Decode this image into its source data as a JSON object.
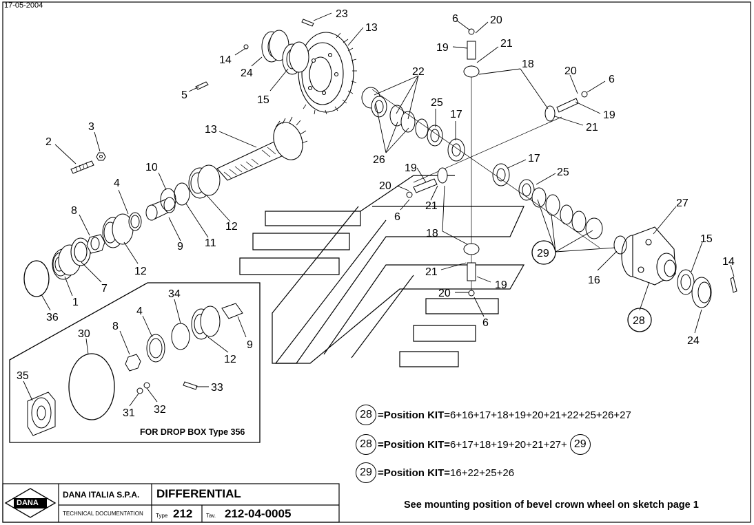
{
  "date": "17-05-2004",
  "title_block": {
    "company": "DANA ITALIA S.P.A.",
    "title": "DIFFERENTIAL",
    "doc_label": "TECHNICAL DOCUMENTATION",
    "type_key": "Type",
    "type_value": "212",
    "tav_key": "Tav.",
    "tav_value": "212-04-0005",
    "logo_text": "DANA"
  },
  "kits": [
    {
      "circle": "28",
      "prefix": "=Position KIT=",
      "parts": "6+16+17+18+19+20+21+22+25+26+27",
      "trailing_circle": ""
    },
    {
      "circle": "28",
      "prefix": "=Position KIT=",
      "parts": "6+17+18+19+20+21+27+",
      "trailing_circle": "29"
    },
    {
      "circle": "29",
      "prefix": "=Position KIT=",
      "parts": "16+22+25+26",
      "trailing_circle": ""
    }
  ],
  "note": "See mounting position of bevel crown wheel on sketch page 1",
  "drop_box_label": "FOR DROP BOX  Type 356",
  "callouts": [
    {
      "id": "c23",
      "text": "23"
    },
    {
      "id": "c13a",
      "text": "13"
    },
    {
      "id": "c14a",
      "text": "14"
    },
    {
      "id": "c24a",
      "text": "24"
    },
    {
      "id": "c15a",
      "text": "15"
    },
    {
      "id": "c5",
      "text": "5"
    },
    {
      "id": "c3",
      "text": "3"
    },
    {
      "id": "c2",
      "text": "2"
    },
    {
      "id": "c13b",
      "text": "13"
    },
    {
      "id": "c10",
      "text": "10"
    },
    {
      "id": "c4a",
      "text": "4"
    },
    {
      "id": "c8a",
      "text": "8"
    },
    {
      "id": "c7",
      "text": "7"
    },
    {
      "id": "c1",
      "text": "1"
    },
    {
      "id": "c36",
      "text": "36"
    },
    {
      "id": "c12a",
      "text": "12"
    },
    {
      "id": "c9a",
      "text": "9"
    },
    {
      "id": "c11",
      "text": "11"
    },
    {
      "id": "c12b",
      "text": "12"
    },
    {
      "id": "c22",
      "text": "22"
    },
    {
      "id": "c26",
      "text": "26"
    },
    {
      "id": "c25a",
      "text": "25"
    },
    {
      "id": "c17a",
      "text": "17"
    },
    {
      "id": "c6a",
      "text": "6"
    },
    {
      "id": "c20a",
      "text": "20"
    },
    {
      "id": "c19a",
      "text": "19"
    },
    {
      "id": "c21a",
      "text": "21"
    },
    {
      "id": "c18a",
      "text": "18"
    },
    {
      "id": "c20b",
      "text": "20"
    },
    {
      "id": "c6b",
      "text": "6"
    },
    {
      "id": "c19b",
      "text": "19"
    },
    {
      "id": "c21b",
      "text": "21"
    },
    {
      "id": "c17b",
      "text": "17"
    },
    {
      "id": "c25b",
      "text": "25"
    },
    {
      "id": "c19c",
      "text": "19"
    },
    {
      "id": "c20c",
      "text": "20"
    },
    {
      "id": "c21c",
      "text": "21"
    },
    {
      "id": "c6c",
      "text": "6"
    },
    {
      "id": "c18b",
      "text": "18"
    },
    {
      "id": "c21d",
      "text": "21"
    },
    {
      "id": "c19d",
      "text": "19"
    },
    {
      "id": "c20d",
      "text": "20"
    },
    {
      "id": "c6d",
      "text": "6"
    },
    {
      "id": "c27",
      "text": "27"
    },
    {
      "id": "c29",
      "text": "29"
    },
    {
      "id": "c16",
      "text": "16"
    },
    {
      "id": "c15b",
      "text": "15"
    },
    {
      "id": "c14b",
      "text": "14"
    },
    {
      "id": "c28",
      "text": "28"
    },
    {
      "id": "c24b",
      "text": "24"
    },
    {
      "id": "c34",
      "text": "34"
    },
    {
      "id": "c4b",
      "text": "4"
    },
    {
      "id": "c8b",
      "text": "8"
    },
    {
      "id": "c30",
      "text": "30"
    },
    {
      "id": "c12c",
      "text": "12"
    },
    {
      "id": "c9b",
      "text": "9"
    },
    {
      "id": "c33",
      "text": "33"
    },
    {
      "id": "c35",
      "text": "35"
    },
    {
      "id": "c31",
      "text": "31"
    },
    {
      "id": "c32",
      "text": "32"
    }
  ]
}
